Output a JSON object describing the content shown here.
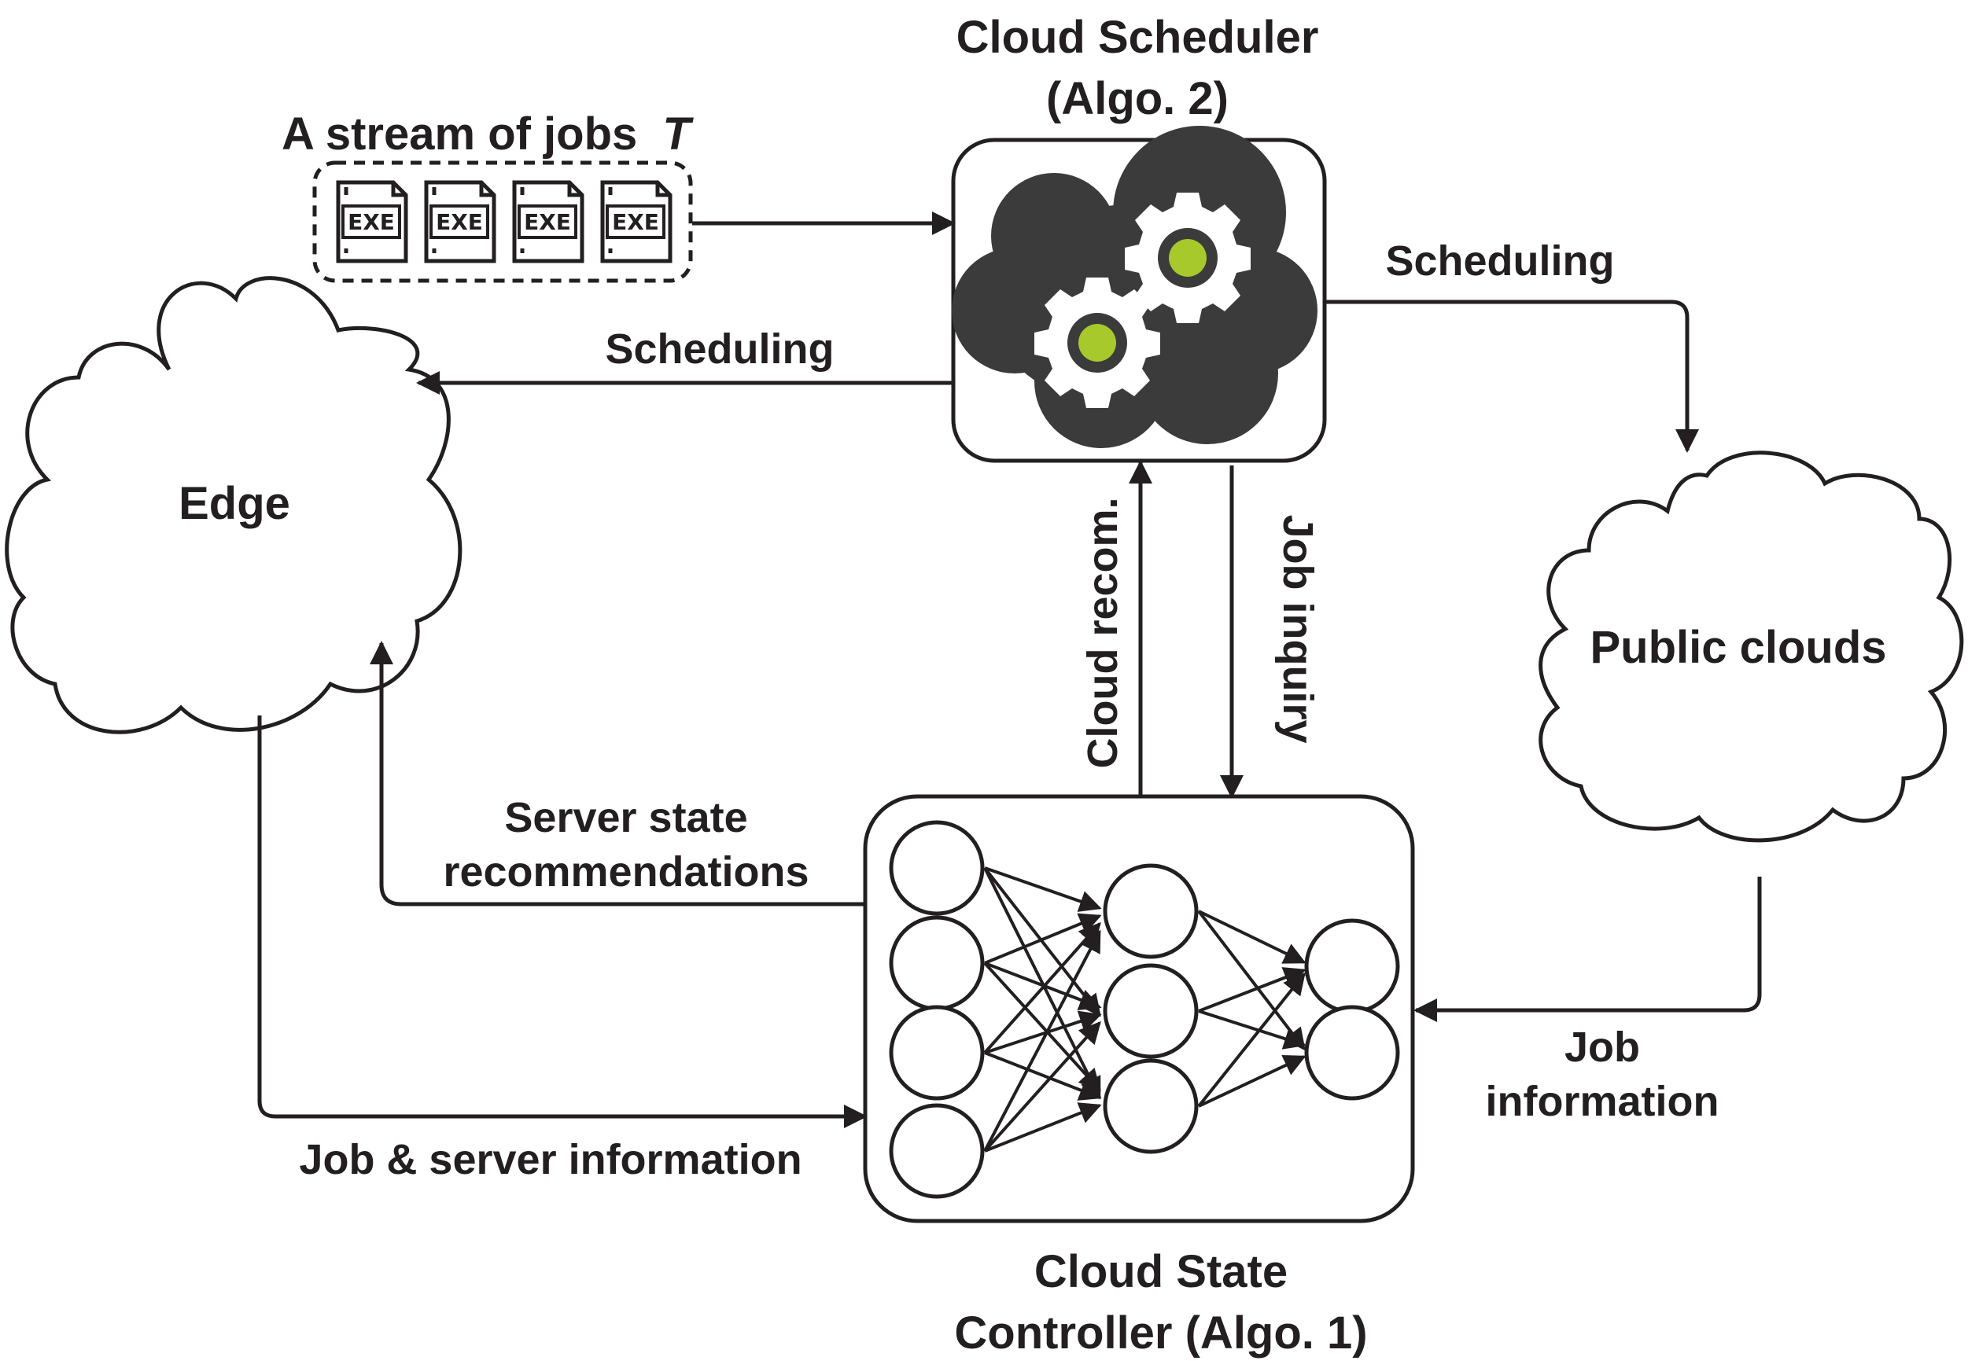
{
  "labels": {
    "scheduler_title_1": "Cloud Scheduler",
    "scheduler_title_2": "(Algo. 2)",
    "stream_label": "A stream of jobs",
    "stream_symbol": "T",
    "exe_label": "EXE",
    "scheduling_right": "Scheduling",
    "scheduling_left": "Scheduling",
    "edge": "Edge",
    "public_clouds": "Public clouds",
    "cloud_recom": "Cloud recom.",
    "job_inquiry": "Job inquiry",
    "server_state_1": "Server state",
    "server_state_2": "recommendations",
    "job_server_info": "Job & server information",
    "job_info_1": "Job",
    "job_info_2": "information",
    "controller_title_1": "Cloud State",
    "controller_title_2": "Controller (Algo. 1)"
  },
  "colors": {
    "ink": "#231f20",
    "gear_accent": "#a7c92b",
    "dark_cloud": "#3b3b3b",
    "background": "#ffffff"
  },
  "neural_network": {
    "layers": [
      4,
      3,
      2
    ]
  },
  "icons": {
    "job_file": "exe-file-icon",
    "scheduler": "cloud-gears-icon",
    "controller": "neural-network-icon"
  }
}
